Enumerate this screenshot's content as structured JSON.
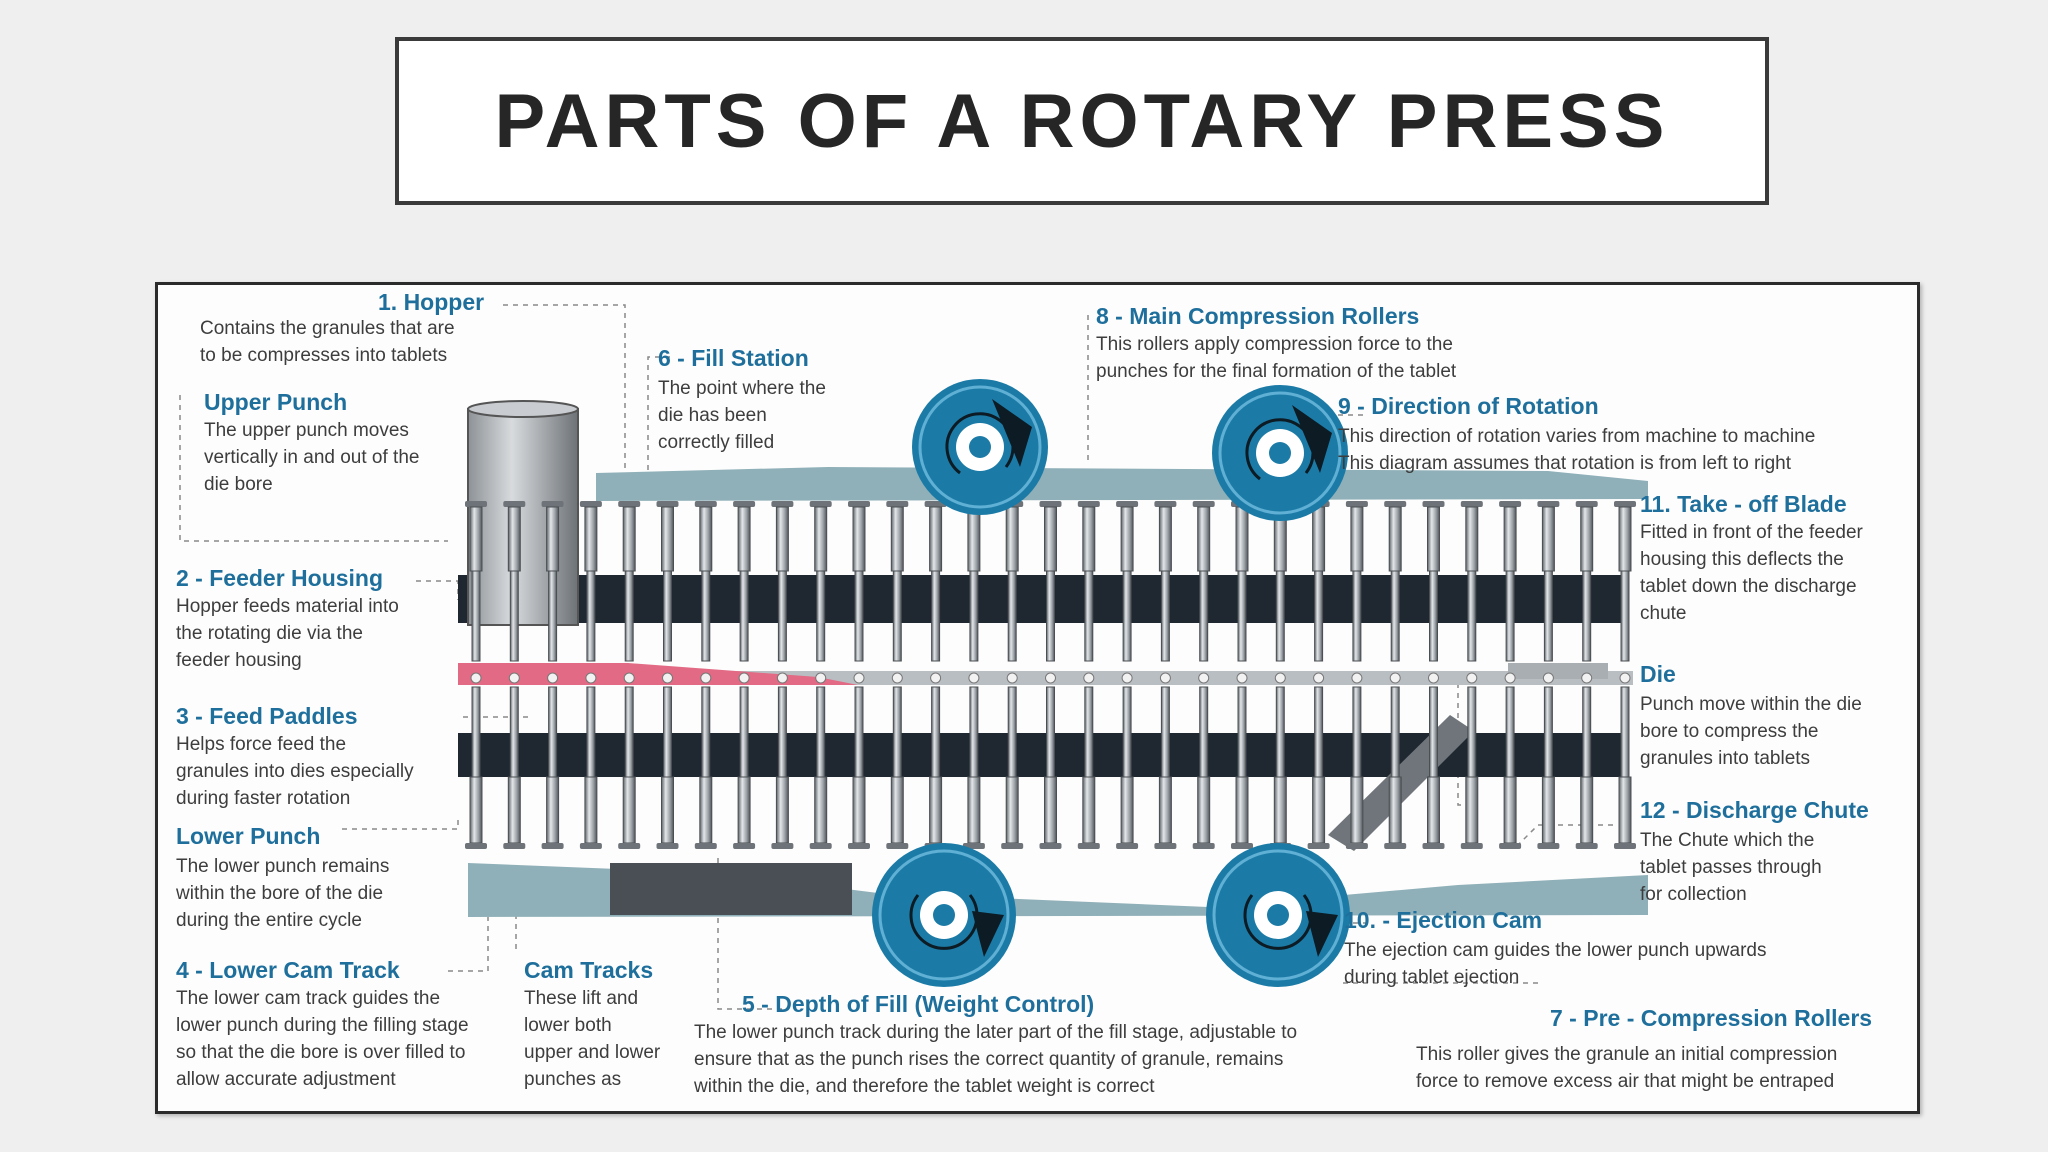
{
  "title": "PARTS OF A ROTARY PRESS",
  "colors": {
    "label": "#1f6f9c",
    "roller": "#1c7ba6",
    "belt": "#1f2730",
    "die_fill": "#e26a84",
    "track": "#8fb0b8",
    "punch": "#9da3a8"
  },
  "parts": {
    "hopper": {
      "label": "1. Hopper",
      "lines": [
        "Contains the granules that are",
        "to be compresses into tablets"
      ]
    },
    "upper_punch": {
      "label": "Upper Punch",
      "lines": [
        "The upper punch moves",
        "vertically in and out of the",
        "die bore"
      ]
    },
    "feeder_housing": {
      "label": "2 - Feeder Housing",
      "lines": [
        "Hopper feeds material into",
        "the rotating die via the",
        "feeder housing"
      ]
    },
    "feed_paddles": {
      "label": "3 - Feed Paddles",
      "lines": [
        "Helps force feed the",
        "granules into dies especially",
        "during faster rotation"
      ]
    },
    "lower_punch": {
      "label": "Lower Punch",
      "lines": [
        "The  lower punch remains",
        "within the bore of the die",
        "during the entire cycle"
      ]
    },
    "lower_cam_track": {
      "label": "4 - Lower Cam Track",
      "lines": [
        "The lower cam track guides the",
        "lower punch during the filling stage",
        "so that the die bore is over filled to",
        "allow accurate adjustment"
      ]
    },
    "cam_tracks": {
      "label": "Cam Tracks",
      "lines": [
        "These lift and",
        "lower both",
        "upper and lower",
        "punches as"
      ]
    },
    "fill_station": {
      "label": "6 - Fill Station",
      "lines": [
        "The point where the",
        "die has been",
        "correctly filled"
      ]
    },
    "depth_of_fill": {
      "label": "5 - Depth of Fill (Weight Control)",
      "lines": [
        "The lower punch track during the later part of the fill stage, adjustable to",
        "ensure that as the punch rises the correct quantity of granule, remains",
        "within the die, and therefore the tablet weight is correct"
      ]
    },
    "main_compression": {
      "label": "8 - Main Compression Rollers",
      "lines": [
        "This rollers apply compression force to the",
        "punches for the final formation of the tablet"
      ]
    },
    "direction_rotation": {
      "label": "9 - Direction of Rotation",
      "lines": [
        "This direction of rotation varies from machine to machine",
        "This diagram assumes that rotation is from left to right"
      ]
    },
    "take_off_blade": {
      "label": "11. Take - off Blade",
      "lines": [
        "Fitted in front of the feeder",
        "housing this deflects the",
        "tablet down the discharge",
        "chute"
      ]
    },
    "die": {
      "label": "Die",
      "lines": [
        "Punch move within the die",
        "bore to compress the",
        "granules into tablets"
      ]
    },
    "discharge_chute": {
      "label": "12 - Discharge Chute",
      "lines": [
        "The Chute which the",
        "tablet passes through",
        "for collection"
      ]
    },
    "ejection_cam": {
      "label": "10. - Ejection Cam",
      "lines": [
        "The ejection cam guides the lower punch upwards",
        "during tablet ejection"
      ]
    },
    "pre_compression": {
      "label": "7 - Pre - Compression Rollers",
      "lines": [
        "This roller gives the granule an initial compression",
        "force to remove excess air that might be entraped"
      ]
    }
  }
}
